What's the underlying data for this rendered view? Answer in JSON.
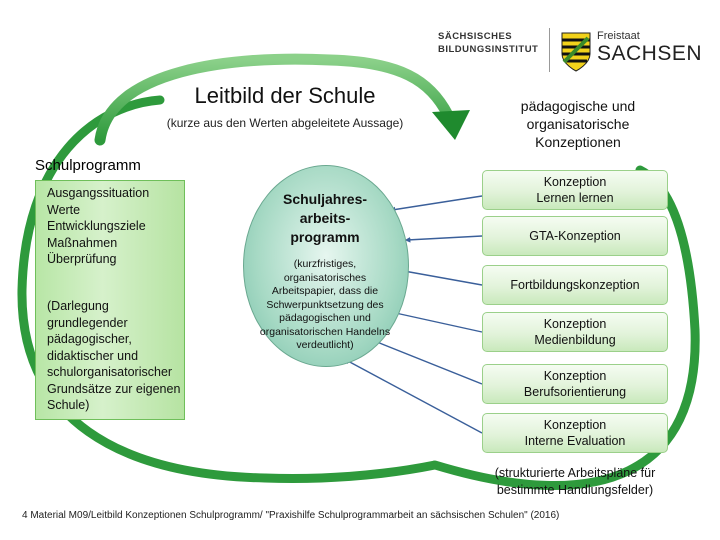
{
  "header": {
    "institute_line1": "SÄCHSISCHES",
    "institute_line2": "BILDUNGSINSTITUT",
    "state_line1": "Freistaat",
    "state_line2": "SACHSEN"
  },
  "leitbild": {
    "title": "Leitbild der Schule",
    "subtitle": "(kurze aus den Werten abgeleitete Aussage)"
  },
  "schulprogramm": {
    "label": "Schulprogramm",
    "items": [
      "Ausgangssituation",
      "Werte",
      "Entwicklungsziele",
      "Maßnahmen",
      "Überprüfung"
    ],
    "note": "(Darlegung grundlegender pädagogischer, didaktischer und schulorganisatorischer Grundsätze zur eigenen Schule)"
  },
  "schuljahresarbeitsprogramm": {
    "title_lines": [
      "Schuljahres-",
      "arbeits-",
      "programm"
    ],
    "description": "(kurzfristiges, organisatorisches Arbeitspapier, dass die Schwerpunktsetzung des pädagogischen und organisatorischen Handelns verdeutlicht)"
  },
  "konzeptionen": {
    "heading_lines": [
      "pädagogische und",
      "organisatorische",
      "Konzeptionen"
    ],
    "items": [
      [
        "Konzeption",
        "Lernen lernen"
      ],
      [
        "GTA-Konzeption"
      ],
      [
        "Fortbildungskonzeption"
      ],
      [
        "Konzeption",
        "Medienbildung"
      ],
      [
        "Konzeption",
        "Berufsorientierung"
      ],
      [
        "Konzeption",
        "Interne Evaluation"
      ]
    ],
    "note": "(strukturierte Arbeitspläne für bestimmte Handlungsfelder)"
  },
  "footer": "4 Material M09/Leitbild Konzeptionen Schulprogramm/ \"Praxishilfe Schulprogrammarbeit an sächsischen Schulen\" (2016)",
  "colors": {
    "cycle_arrow": "#2e9a3c",
    "green_box": "#c7ecb8",
    "circle": "#a6d9c4",
    "button": "#dff2d6"
  }
}
